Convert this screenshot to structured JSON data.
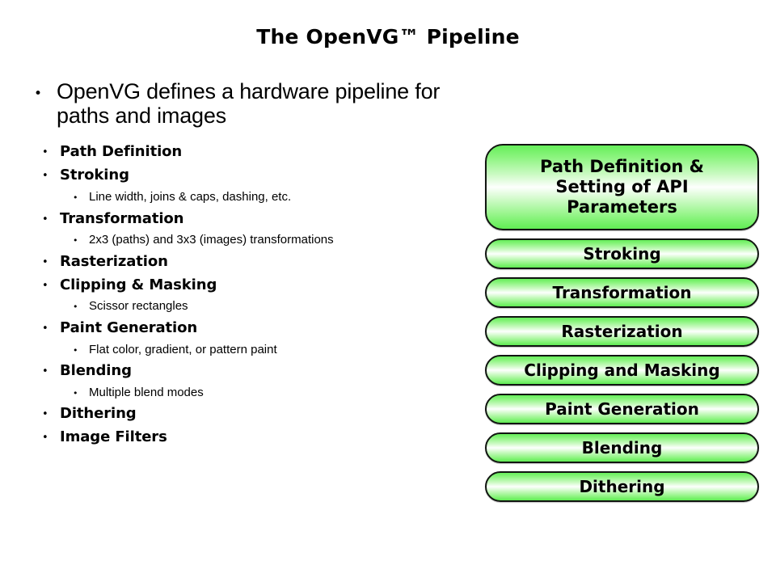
{
  "slide": {
    "title": "The OpenVG™ Pipeline",
    "background_color": "#ffffff",
    "text_color": "#000000"
  },
  "outline": {
    "bullet_glyph": "•",
    "items": [
      {
        "level": 0,
        "text": "OpenVG defines a hardware pipeline for paths and images",
        "bold": false
      },
      {
        "level": 1,
        "text": "Path Definition",
        "bold": true
      },
      {
        "level": 1,
        "text": "Stroking",
        "bold": true
      },
      {
        "level": 2,
        "text": "Line width, joins & caps, dashing, etc.",
        "bold": false
      },
      {
        "level": 1,
        "text": "Transformation",
        "bold": true
      },
      {
        "level": 2,
        "text": "2x3 (paths) and 3x3 (images) transformations",
        "bold": false
      },
      {
        "level": 1,
        "text": "Rasterization",
        "bold": true
      },
      {
        "level": 1,
        "text": "Clipping & Masking",
        "bold": true
      },
      {
        "level": 2,
        "text": "Scissor rectangles",
        "bold": false
      },
      {
        "level": 1,
        "text": "Paint Generation",
        "bold": true
      },
      {
        "level": 2,
        "text": "Flat color, gradient, or pattern paint",
        "bold": false
      },
      {
        "level": 1,
        "text": "Blending",
        "bold": true
      },
      {
        "level": 2,
        "text": "Multiple blend modes",
        "bold": false
      },
      {
        "level": 1,
        "text": "Dithering",
        "bold": true
      },
      {
        "level": 1,
        "text": "Image Filters",
        "bold": true
      }
    ]
  },
  "pipeline": {
    "border_color": "#111511",
    "gradient_edge_color": "#66ee5a",
    "gradient_center_color": "#fdfffd",
    "stages": [
      {
        "label": "Path Definition &\nSetting of API\nParameters",
        "size": "head"
      },
      {
        "label": "Stroking",
        "size": "step"
      },
      {
        "label": "Transformation",
        "size": "step"
      },
      {
        "label": "Rasterization",
        "size": "step"
      },
      {
        "label": "Clipping and Masking",
        "size": "step"
      },
      {
        "label": "Paint Generation",
        "size": "step"
      },
      {
        "label": "Blending",
        "size": "step"
      },
      {
        "label": "Dithering",
        "size": "step"
      }
    ]
  }
}
